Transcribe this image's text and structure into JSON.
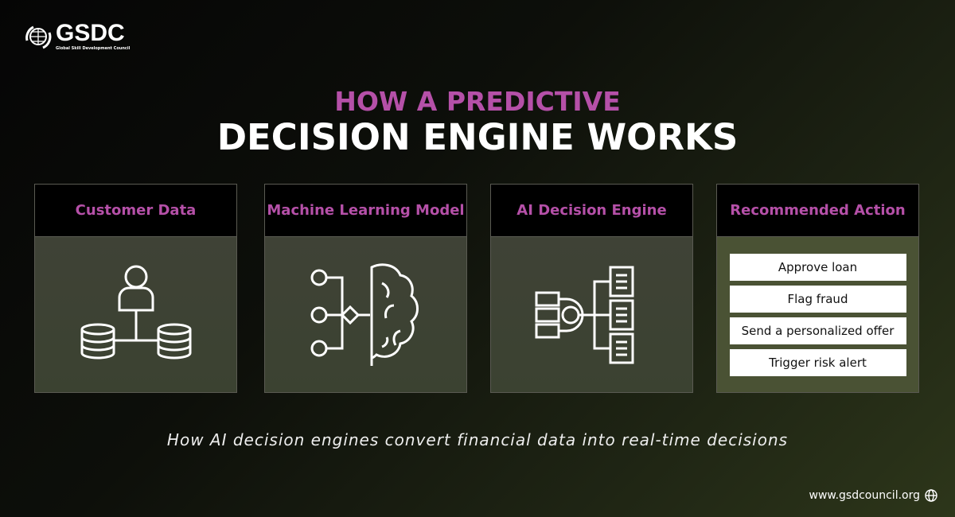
{
  "logo": {
    "name": "GSDC",
    "tagline": "Global Skill Development Council"
  },
  "title": {
    "line1": "HOW A PREDICTIVE",
    "line2": "DECISION ENGINE WORKS"
  },
  "cards": [
    {
      "title": "Customer Data",
      "icon": "user-database-icon"
    },
    {
      "title": "Machine Learning Model",
      "icon": "brain-network-icon"
    },
    {
      "title": "AI Decision Engine",
      "icon": "server-documents-icon"
    },
    {
      "title": "Recommended Action",
      "actions": [
        "Approve loan",
        "Flag fraud",
        "Send a personalized offer",
        "Trigger risk alert"
      ]
    }
  ],
  "subtitle": "How AI decision engines convert financial data into real-time decisions",
  "footer": {
    "url": "www.gsdcouncil.org",
    "icon": "globe-icon"
  },
  "colors": {
    "accent": "#b550a8"
  }
}
